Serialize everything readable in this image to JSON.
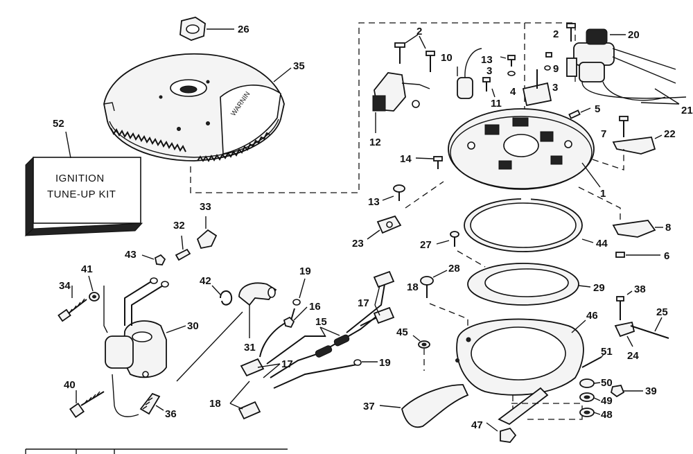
{
  "diagram": {
    "kit_box": {
      "line1": "IGNITION",
      "line2": "TUNE-UP KIT"
    },
    "flywheel_warning": "WARNIN",
    "callouts": {
      "n1": "1",
      "n2a": "2",
      "n2b": "2",
      "n3a": "3",
      "n3b": "3",
      "n5": "5",
      "n6": "6",
      "n7": "7",
      "n8": "8",
      "n9": "9",
      "n10": "10",
      "n11": "11",
      "n12": "12",
      "n13a": "13",
      "n13b": "13",
      "n14": "14",
      "n15": "15",
      "n16": "16",
      "n17a": "17",
      "n17b": "17",
      "n18a": "18",
      "n18b": "18",
      "n19a": "19",
      "n19b": "19",
      "n20": "20",
      "n21": "21",
      "n22": "22",
      "n23": "23",
      "n24": "24",
      "n25": "25",
      "n26": "26",
      "n27": "27",
      "n28": "28",
      "n29": "29",
      "n30": "30",
      "n31": "31",
      "n32": "32",
      "n33": "33",
      "n34": "34",
      "n35": "35",
      "n36": "36",
      "n37": "37",
      "n38": "38",
      "n39": "39",
      "n40": "40",
      "n41": "41",
      "n42": "42",
      "n43": "43",
      "n44": "44",
      "n45": "45",
      "n46": "46",
      "n47": "47",
      "n48": "48",
      "n49": "49",
      "n50": "50",
      "n51": "51",
      "n52": "52",
      "n4": "4"
    }
  }
}
